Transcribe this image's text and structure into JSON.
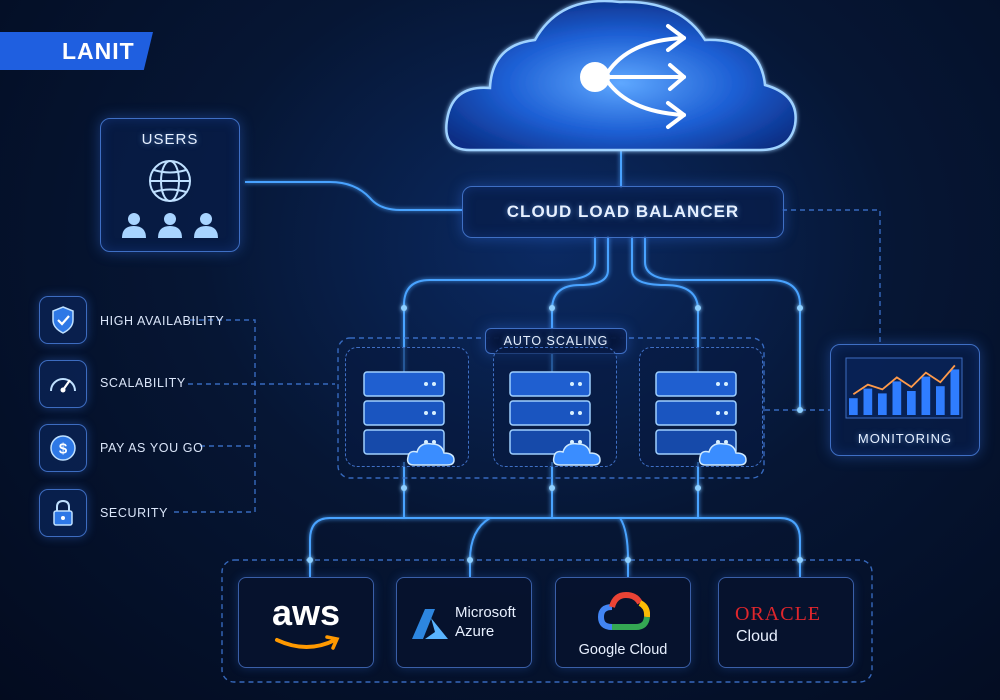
{
  "brand": {
    "logo": "LANIT"
  },
  "cloud": {
    "icon": "share-arrows-icon"
  },
  "load_balancer": {
    "label": "CLOUD LOAD BALANCER"
  },
  "users": {
    "title": "USERS",
    "icons": [
      "globe-icon",
      "users-icon"
    ]
  },
  "features": [
    {
      "label": "HIGH AVAILABILITY",
      "icon": "shield-check-icon"
    },
    {
      "label": "SCALABILITY",
      "icon": "speedometer-icon"
    },
    {
      "label": "PAY AS YOU GO",
      "icon": "dollar-icon"
    },
    {
      "label": "SECURITY",
      "icon": "lock-icon"
    }
  ],
  "auto_scaling": {
    "label": "AUTO SCALING",
    "servers": 3
  },
  "monitoring": {
    "label": "MONITORING",
    "bars": [
      0.35,
      0.55,
      0.45,
      0.7,
      0.5,
      0.8,
      0.6,
      0.95
    ]
  },
  "providers": [
    {
      "line1": "aws",
      "line2": ""
    },
    {
      "line1": "Microsoft",
      "line2": "Azure"
    },
    {
      "line1": "Google Cloud",
      "line2": ""
    },
    {
      "line1": "ORACLE",
      "line2": "Cloud"
    }
  ],
  "colors": {
    "accent": "#2f7dff",
    "wire": "#4aa3ff",
    "oracle": "#e0262c",
    "aws_arrow": "#ff9900"
  }
}
